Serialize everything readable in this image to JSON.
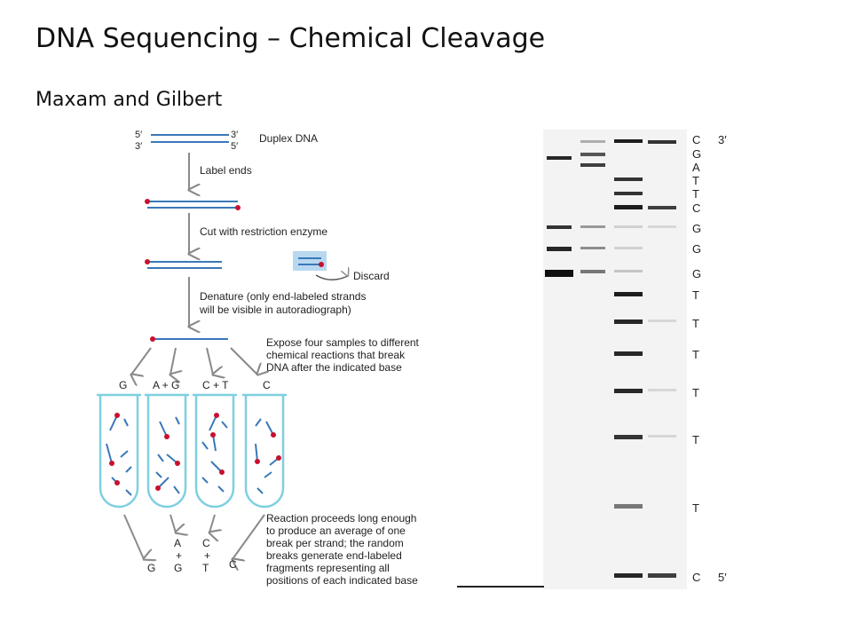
{
  "slide": {
    "title": "DNA Sequencing – Chemical Cleavage",
    "subtitle": "Maxam and Gilbert"
  },
  "diagram": {
    "five_prime": "5′",
    "three_prime": "3′",
    "top_three_prime": "3′",
    "top_five_prime": "5′",
    "duplex_label": "Duplex DNA",
    "step_label_ends": "Label ends",
    "step_cut": "Cut with restriction enzyme",
    "discard": "Discard",
    "denature_line1": "Denature (only end-labeled strands",
    "denature_line2": "will be visible in autoradiograph)",
    "expose_line1": "Expose four samples to different",
    "expose_line2": "chemical reactions that break",
    "expose_line3": "DNA after the indicated base",
    "tube_labels": [
      "G",
      "A + G",
      "C + T",
      "C"
    ],
    "reaction_line1": "Reaction proceeds long enough",
    "reaction_line2": "to produce an average of one",
    "reaction_line3": "break per strand; the random",
    "reaction_line4": "breaks generate end-labeled",
    "reaction_line5": "fragments representing all",
    "reaction_line6": "positions of each indicated base",
    "bottom_g": "G",
    "bottom_ag_a": "A",
    "bottom_ag_plus": "+",
    "bottom_ag_g": "G",
    "bottom_ct_c": "C",
    "bottom_ct_plus": "+",
    "bottom_ct_t": "T",
    "bottom_c": "C",
    "colors": {
      "strand": "#3a78b8",
      "label_dot": "#c8102e",
      "tube": "#7fd0e0",
      "arrow": "#8a8a8a",
      "discard_box": "#b8d8f0"
    }
  },
  "gel": {
    "top_end_label": "3′",
    "bottom_end_label": "5′",
    "sequence": [
      "C",
      "G",
      "A",
      "T",
      "T",
      "C",
      "G",
      "G",
      "G",
      "T",
      "T",
      "T",
      "T",
      "T",
      "T",
      "C"
    ]
  }
}
